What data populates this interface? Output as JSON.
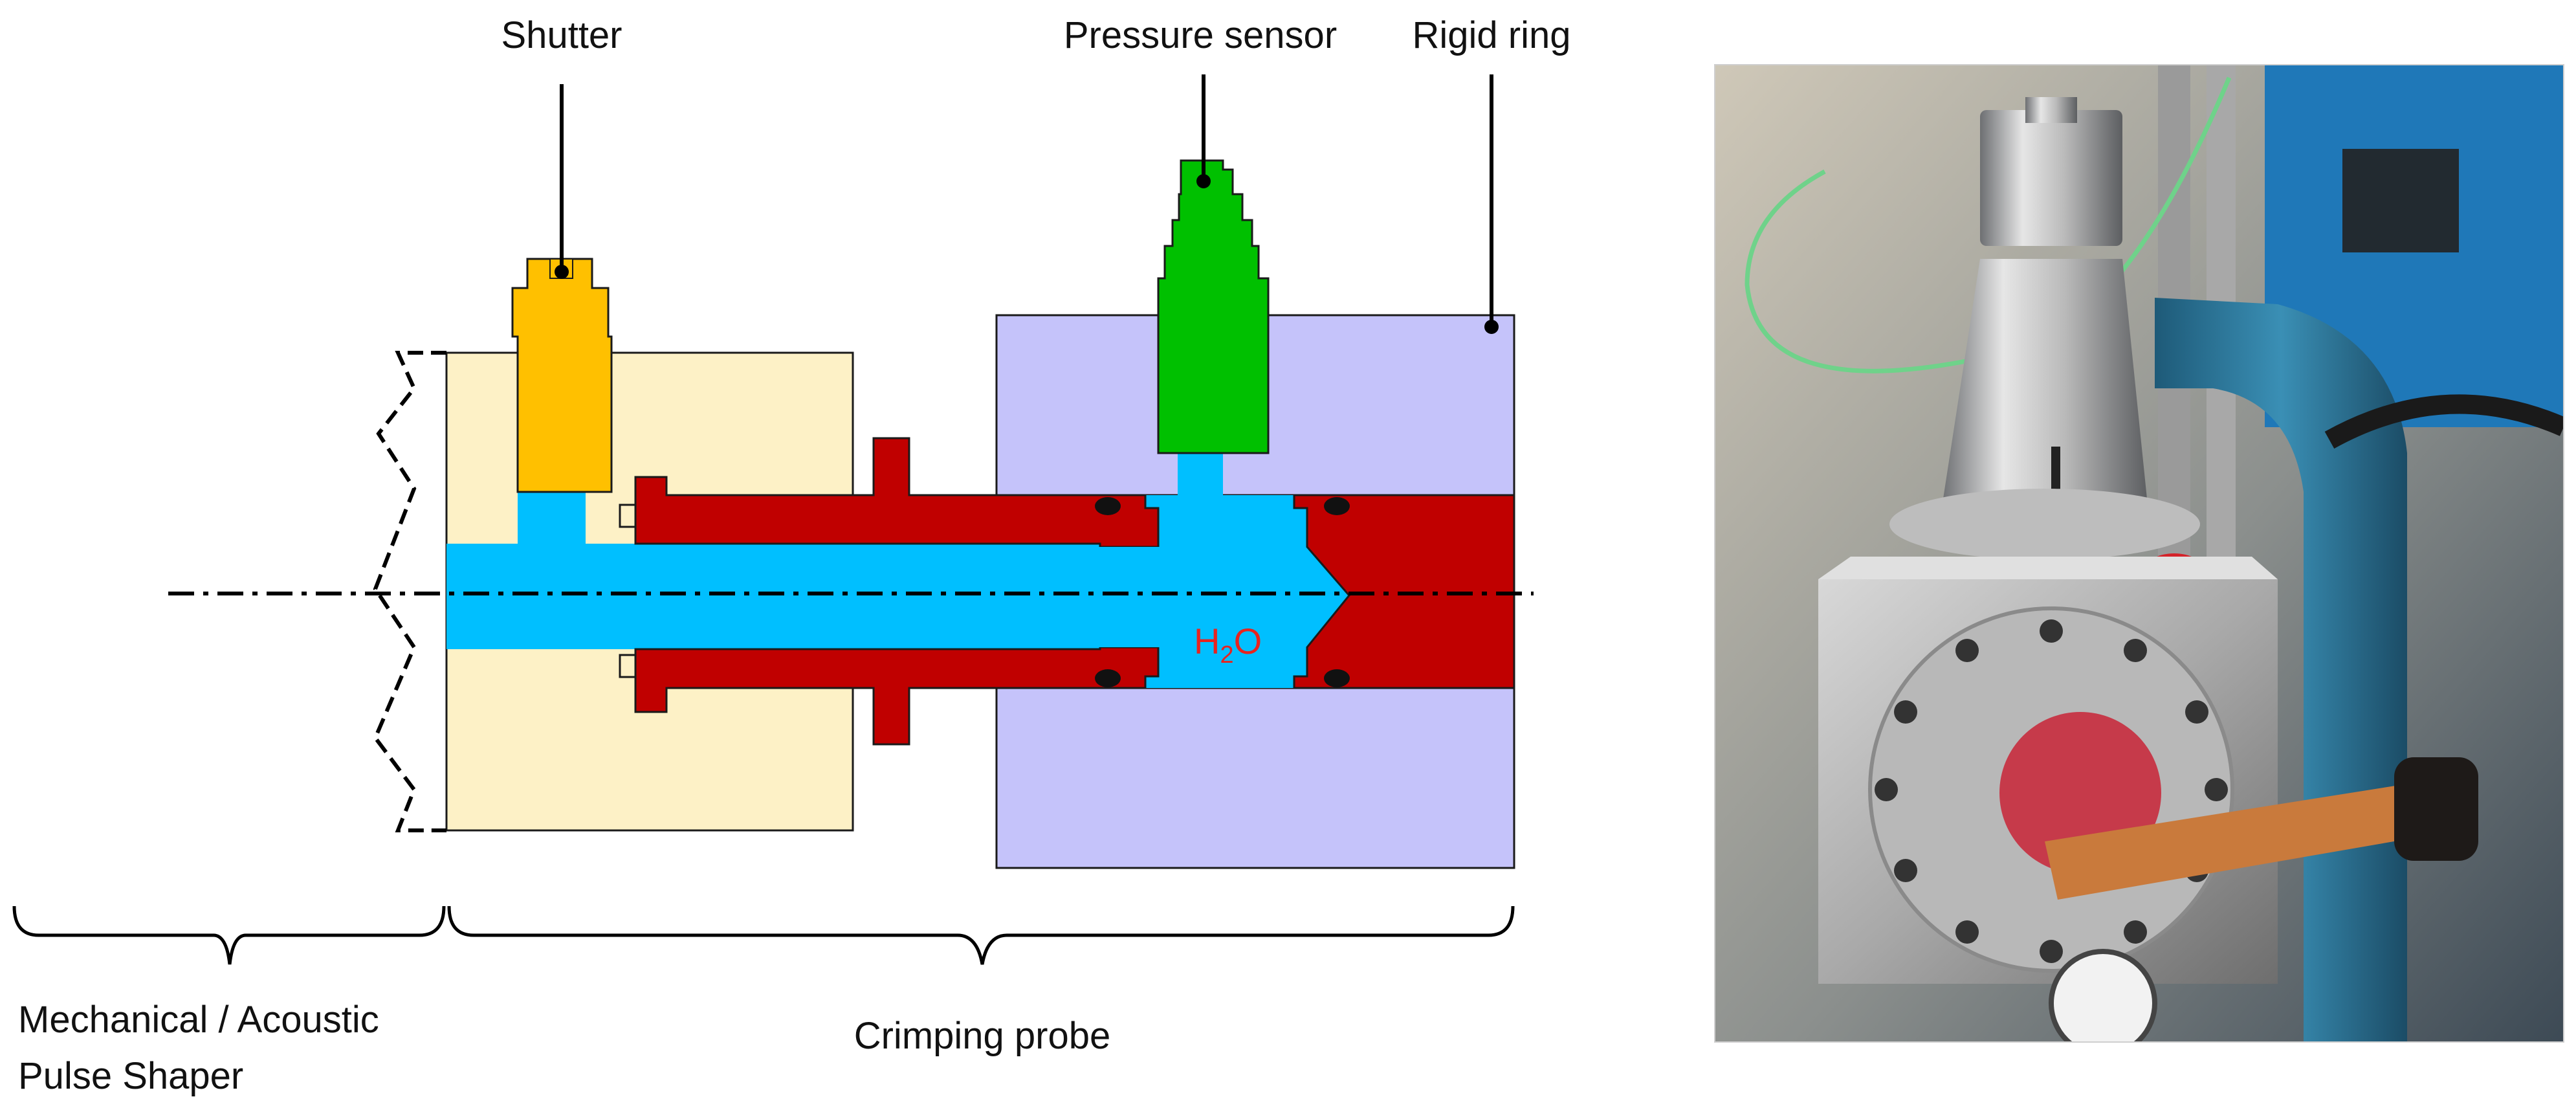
{
  "diagram": {
    "labels": {
      "shutter": "Shutter",
      "pressure_sensor": "Pressure sensor",
      "rigid_ring": "Rigid ring",
      "pulse_shaper_line1": "Mechanical / Acoustic",
      "pulse_shaper_line2": "Pulse Shaper",
      "crimping_probe": "Crimping probe",
      "water_main": "H",
      "water_sub": "2",
      "water_tail": "O"
    },
    "colors": {
      "pulse_shaper_body": "#fdf1c6",
      "shutter": "#ffc000",
      "rigid_ring": "#c5c3fa",
      "pressure_sensor": "#00c000",
      "crimping_probe": "#c00000",
      "water": "#00bfff",
      "water_label": "#e8231f"
    }
  },
  "photo": {
    "subject": "experimental-setup-photo"
  }
}
